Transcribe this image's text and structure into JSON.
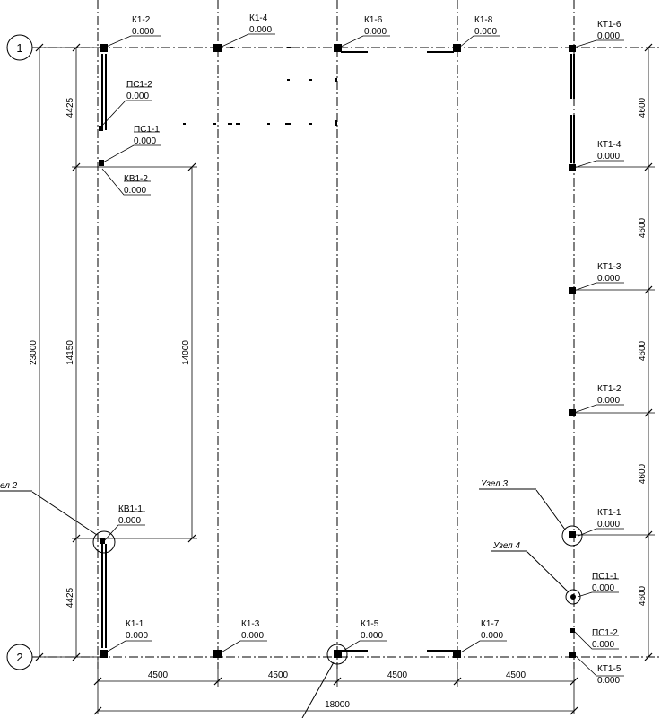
{
  "axes": {
    "top": "1",
    "bottom": "2"
  },
  "columns": [
    {
      "mark": "К1-2",
      "level": "0.000"
    },
    {
      "mark": "К1-4",
      "level": "0.000"
    },
    {
      "mark": "К1-6",
      "level": "0.000"
    },
    {
      "mark": "К1-8",
      "level": "0.000"
    },
    {
      "mark": "КТ1-6",
      "level": "0.000"
    },
    {
      "mark": "КТ1-4",
      "level": "0.000"
    },
    {
      "mark": "КТ1-3",
      "level": "0.000"
    },
    {
      "mark": "КТ1-2",
      "level": "0.000"
    },
    {
      "mark": "КТ1-1",
      "level": "0.000"
    },
    {
      "mark": "КТ1-5",
      "level": "0.000"
    },
    {
      "mark": "К1-1",
      "level": "0.000"
    },
    {
      "mark": "К1-3",
      "level": "0.000"
    },
    {
      "mark": "К1-5",
      "level": "0.000"
    },
    {
      "mark": "К1-7",
      "level": "0.000"
    },
    {
      "mark": "ПС1-2",
      "level": "0.000"
    },
    {
      "mark": "ПС1-1",
      "level": "0.000"
    },
    {
      "mark": "КВ1-2",
      "level": "0.000"
    },
    {
      "mark": "КВ1-1",
      "level": "0.000"
    },
    {
      "mark": "ПС1-1",
      "level": "0.000"
    },
    {
      "mark": "ПС1-2",
      "level": "0.000"
    }
  ],
  "nodes": [
    "ел 2",
    "Узел 3",
    "Узел 4"
  ],
  "dims": {
    "bays": [
      "4500",
      "4500",
      "4500",
      "4500"
    ],
    "total_width": "18000",
    "total_height": "23000",
    "left_top": "4425",
    "left_mid": "14150",
    "left_bot": "4425",
    "inner": "14000",
    "right": [
      "4600",
      "4600",
      "4600",
      "4600",
      "4600"
    ]
  }
}
